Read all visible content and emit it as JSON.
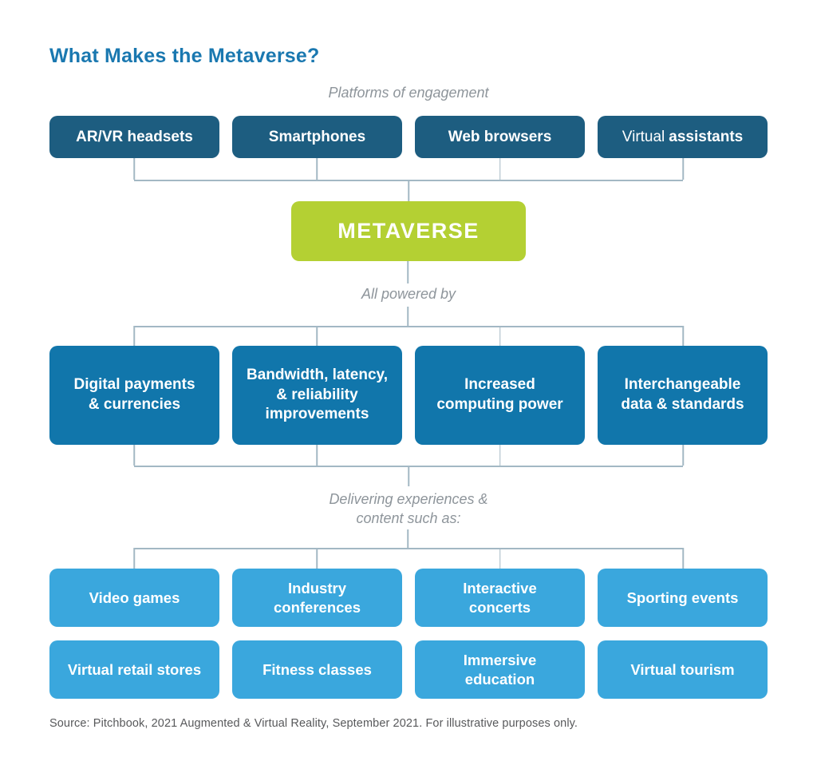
{
  "title": "What Makes the Metaverse?",
  "labels": {
    "platforms": "Platforms of engagement",
    "powered": "All powered by",
    "delivering": "Delivering experiences &\ncontent such as:"
  },
  "metaverse": {
    "label": "METAVERSE"
  },
  "top_row": {
    "boxes": [
      {
        "label": "AR/VR headsets"
      },
      {
        "label": "Smartphones"
      },
      {
        "label": "Web browsers"
      },
      {
        "label_light": "Virtual",
        "label": "assistants"
      }
    ]
  },
  "middle_row": {
    "boxes": [
      {
        "label": "Digital payments\n& currencies"
      },
      {
        "label": "Bandwidth, latency,\n& reliability\nimprovements"
      },
      {
        "label": "Increased\ncomputing power"
      },
      {
        "label": "Interchangeable\ndata & standards"
      }
    ]
  },
  "experience_rows": {
    "row1": [
      {
        "label": "Video games"
      },
      {
        "label": "Industry\nconferences"
      },
      {
        "label": "Interactive\nconcerts"
      },
      {
        "label": "Sporting events"
      }
    ],
    "row2": [
      {
        "label": "Virtual retail stores"
      },
      {
        "label": "Fitness classes"
      },
      {
        "label": "Immersive\neducation"
      },
      {
        "label": "Virtual tourism"
      }
    ]
  },
  "source": "Source: Pitchbook, 2021 Augmented & Virtual Reality, September 2021. For illustrative purposes only.",
  "colors": {
    "title_blue": "#1a78b0",
    "dark_blue": "#1d5d80",
    "medium_blue": "#1176ab",
    "light_blue": "#3aa7dd",
    "green": "#b4d033",
    "label_gray": "#8e959b",
    "line_gray": "#a3b8c4",
    "source_gray": "#58595b"
  }
}
